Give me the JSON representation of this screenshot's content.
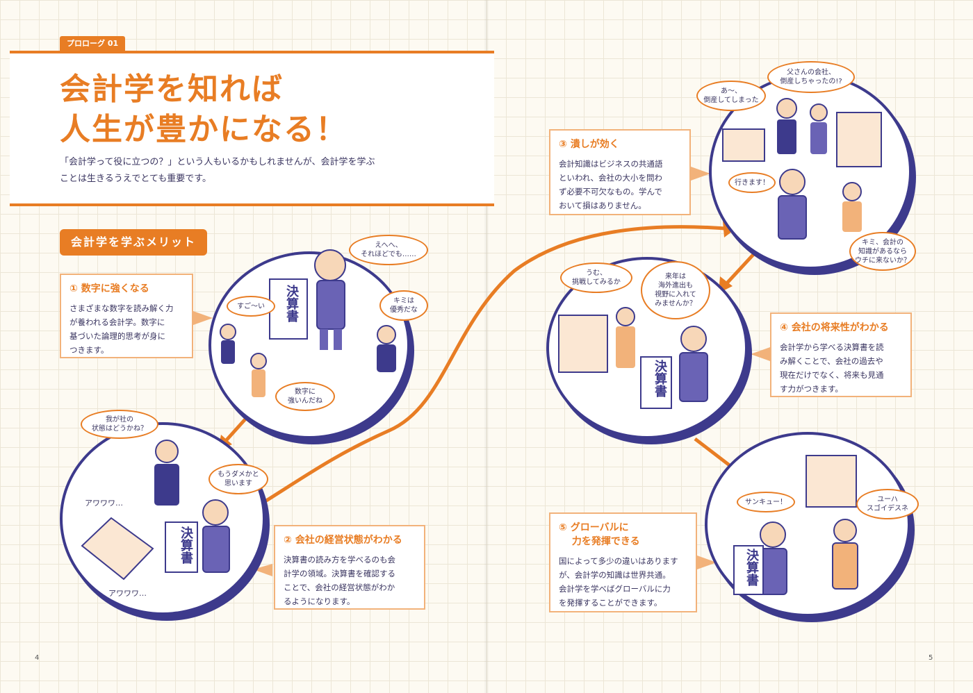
{
  "prologue_tag": "プロローグ 01",
  "title_lines": [
    "会計学を知れば",
    "人生が豊かになる！"
  ],
  "lead_lines": [
    "「会計学って役に立つの？」という人もいるかもしれませんが、会計学を学ぶ",
    "ことは生きるうえでとても重要です。"
  ],
  "section_badge": "会計学を学ぶメリット",
  "merits": [
    {
      "title_lines": [
        "① 数字に強くなる"
      ],
      "body_lines": [
        "さまざまな数字を読み解く力",
        "が養われる会計学。数字に",
        "基づいた論理的思考が身に",
        "つきます。"
      ]
    },
    {
      "title_lines": [
        "② 会社の経営状態がわかる"
      ],
      "body_lines": [
        "決算書の読み方を学べるのも会",
        "計学の領域。決算書を確認する",
        "ことで、会社の経営状態がわか",
        "るようになります。"
      ]
    },
    {
      "title_lines": [
        "③ 潰しが効く"
      ],
      "body_lines": [
        "会計知識はビジネスの共通語",
        "といわれ、会社の大小を問わ",
        "ず必要不可欠なもの。学んで",
        "おいて損はありません。"
      ]
    },
    {
      "title_lines": [
        "④ 会社の将来性がわかる"
      ],
      "body_lines": [
        "会計学から学べる決算書を読",
        "み解くことで、会社の過去や",
        "現在だけでなく、将来も見通",
        "す力がつきます。"
      ]
    },
    {
      "title_lines": [
        "⑤ グローバルに",
        "　 力を発揮できる"
      ],
      "body_lines": [
        "国によって多少の違いはあります",
        "が、会計学の知識は世界共通。",
        "会計学を学べばグローバルに力",
        "を発揮することができます。"
      ]
    }
  ],
  "speech": {
    "s1": [
      "えへへ、",
      "それほどでも……"
    ],
    "s2": [
      "すご〜い"
    ],
    "s3": [
      "キミは",
      "優秀だな"
    ],
    "s4": [
      "数字に",
      "強いんだね"
    ],
    "s5": [
      "我が社の",
      "状態はどうかね？"
    ],
    "s6": [
      "もうダメかと",
      "思います"
    ],
    "s7": [
      "アワワワ…"
    ],
    "s8": [
      "アワワワ…"
    ],
    "s9": [
      "あ〜、",
      "倒産してしまった"
    ],
    "s10": [
      "父さんの会社、",
      "倒産しちゃったの!?"
    ],
    "s11": [
      "行きます！"
    ],
    "s12": [
      "キミ、会計の",
      "知識があるなら",
      "ウチに来ないか？"
    ],
    "s13": [
      "うむ、",
      "挑戦してみるか"
    ],
    "s14": [
      "来年は",
      "海外進出も",
      "視野に入れて",
      "みませんか？"
    ],
    "s15": [
      "サンキュー！"
    ],
    "s16": [
      "ユーハ",
      "スゴイデスネ"
    ]
  },
  "props": {
    "kessan": "決算書"
  },
  "page_numbers": {
    "left": "4",
    "right": "5"
  },
  "colors": {
    "accent": "#e87d24",
    "navy": "#3d3a8c",
    "paper": "#fdfaf2"
  }
}
